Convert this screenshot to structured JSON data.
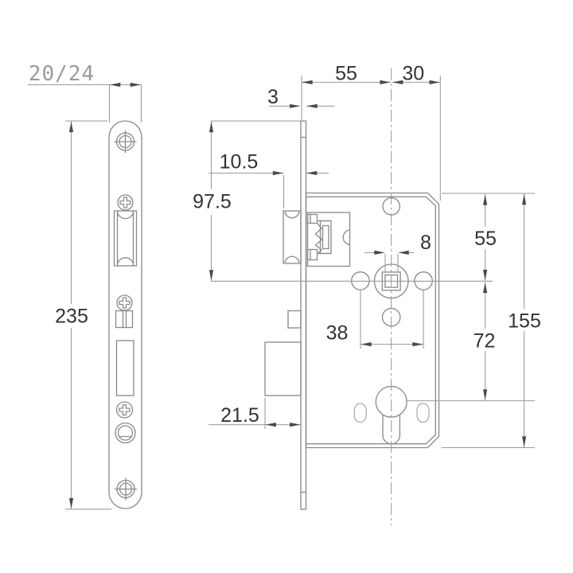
{
  "drawing": {
    "type": "mortise-lock-technical-drawing",
    "views": [
      "faceplate-front-view",
      "lock-body-side-view"
    ],
    "colors": {
      "background": "#ffffff",
      "object_lines": "#8c8c8c",
      "dimension_lines": "#9a9a9a",
      "dimension_text": "#333333",
      "plate_width_text": "#9a9a9a",
      "arrowheads": "#4a4a4a"
    }
  },
  "dimensions": {
    "faceplate_width": "20/24",
    "faceplate_height": "235",
    "faceplate_thickness": "3",
    "latch_projection": "10.5",
    "top_to_spindle": "97.5",
    "deadbolt_projection": "21.5",
    "backset": "55",
    "center_to_case_edge": "30",
    "spindle_square": "8",
    "fixing_holes_spacing": "38",
    "case_top_to_spindle": "55",
    "spindle_to_cylinder": "72",
    "case_height": "155"
  }
}
